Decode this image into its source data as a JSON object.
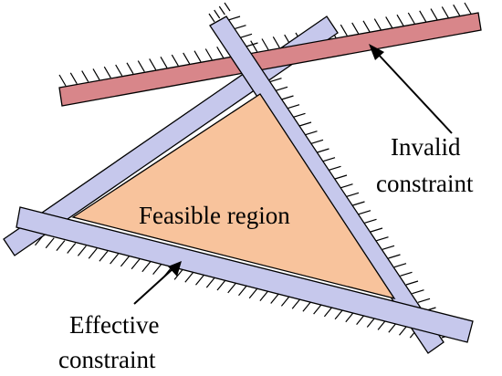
{
  "labels": {
    "feasible_region": "Feasible region",
    "invalid_line1": "Invalid",
    "invalid_line2": "constraint",
    "effective_line1": "Effective",
    "effective_line2": "constraint"
  },
  "colors": {
    "feasible_fill": "#f8c39c",
    "effective_band": "#c6c8ec",
    "invalid_band": "#d8868a",
    "outline": "#000000",
    "hatch": "#000000"
  }
}
